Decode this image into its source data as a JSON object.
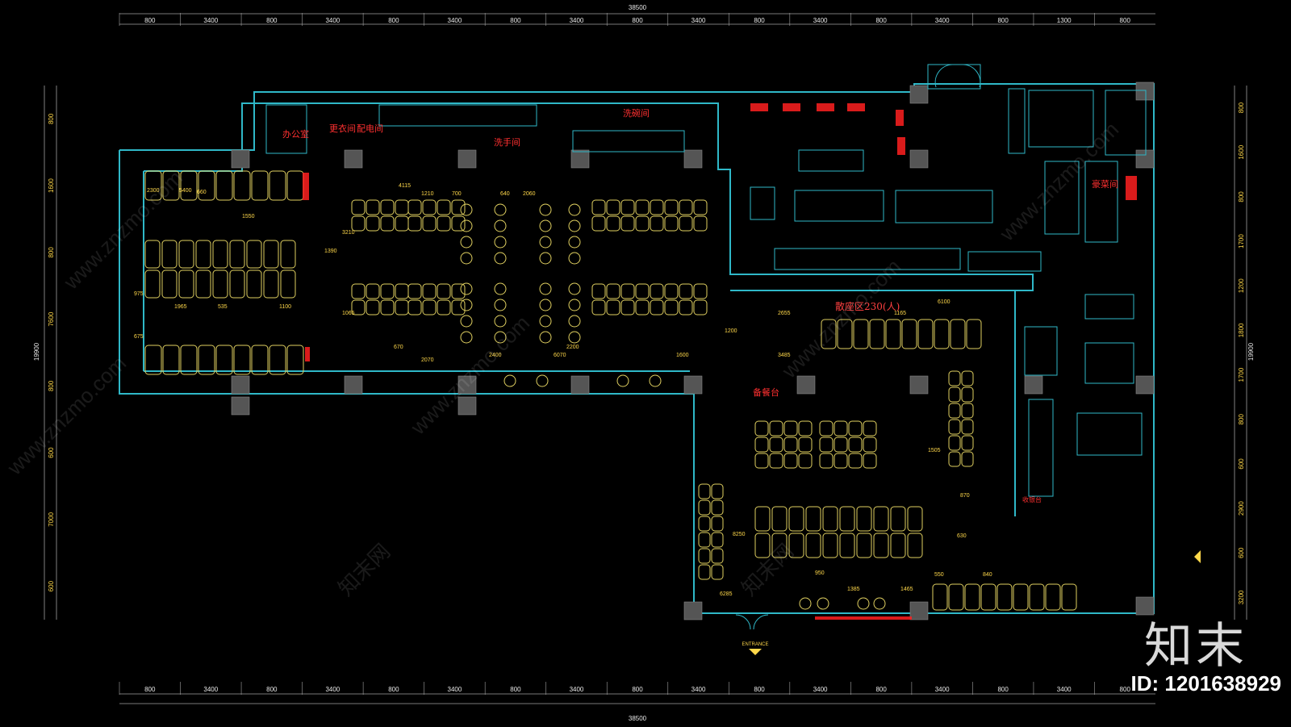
{
  "dims": {
    "total_width": "38500",
    "top_row": [
      "800",
      "3400",
      "800",
      "3400",
      "800",
      "3400",
      "800",
      "3400",
      "800",
      "3400",
      "800",
      "3400",
      "800",
      "3400",
      "800",
      "1300",
      "800"
    ],
    "bottom_row": [
      "800",
      "3400",
      "800",
      "3400",
      "800",
      "3400",
      "800",
      "3400",
      "800",
      "3400",
      "800",
      "3400",
      "800",
      "3400",
      "800",
      "3400",
      "800"
    ],
    "left_col": [
      "800",
      "1600",
      "800",
      "7600",
      "800",
      "600",
      "7000",
      "600"
    ],
    "left_total": "19900",
    "right_col": [
      "800",
      "1600",
      "800",
      "1700",
      "1200",
      "1800",
      "1700",
      "800",
      "600",
      "2900",
      "600",
      "3200"
    ],
    "right_total": "19900"
  },
  "rooms": {
    "office": "办公室",
    "locker": "更衣间",
    "power": "配电间",
    "washroom": "洗手间",
    "dishwash": "洗碗间",
    "main_hall": "散座区230(人)",
    "service": "备餐台",
    "vip": "豪菜间",
    "cashier": "收银台",
    "entrance": "ENTRANCE"
  },
  "annotations": [
    "4115",
    "1210",
    "700",
    "640",
    "2060",
    "1550",
    "1390",
    "975",
    "675",
    "1965",
    "535",
    "1100",
    "2300",
    "5400",
    "660",
    "3210",
    "1065",
    "670",
    "2070",
    "2400",
    "6070",
    "2200",
    "1600",
    "1200",
    "2655",
    "1165",
    "3485",
    "6100",
    "1505",
    "870",
    "630",
    "950",
    "1385",
    "1465",
    "550",
    "840",
    "6285",
    "8250"
  ],
  "watermark": {
    "site": "www.znzmo.com",
    "brand": "知末网",
    "logo": "知末",
    "id": "ID: 1201638929"
  }
}
